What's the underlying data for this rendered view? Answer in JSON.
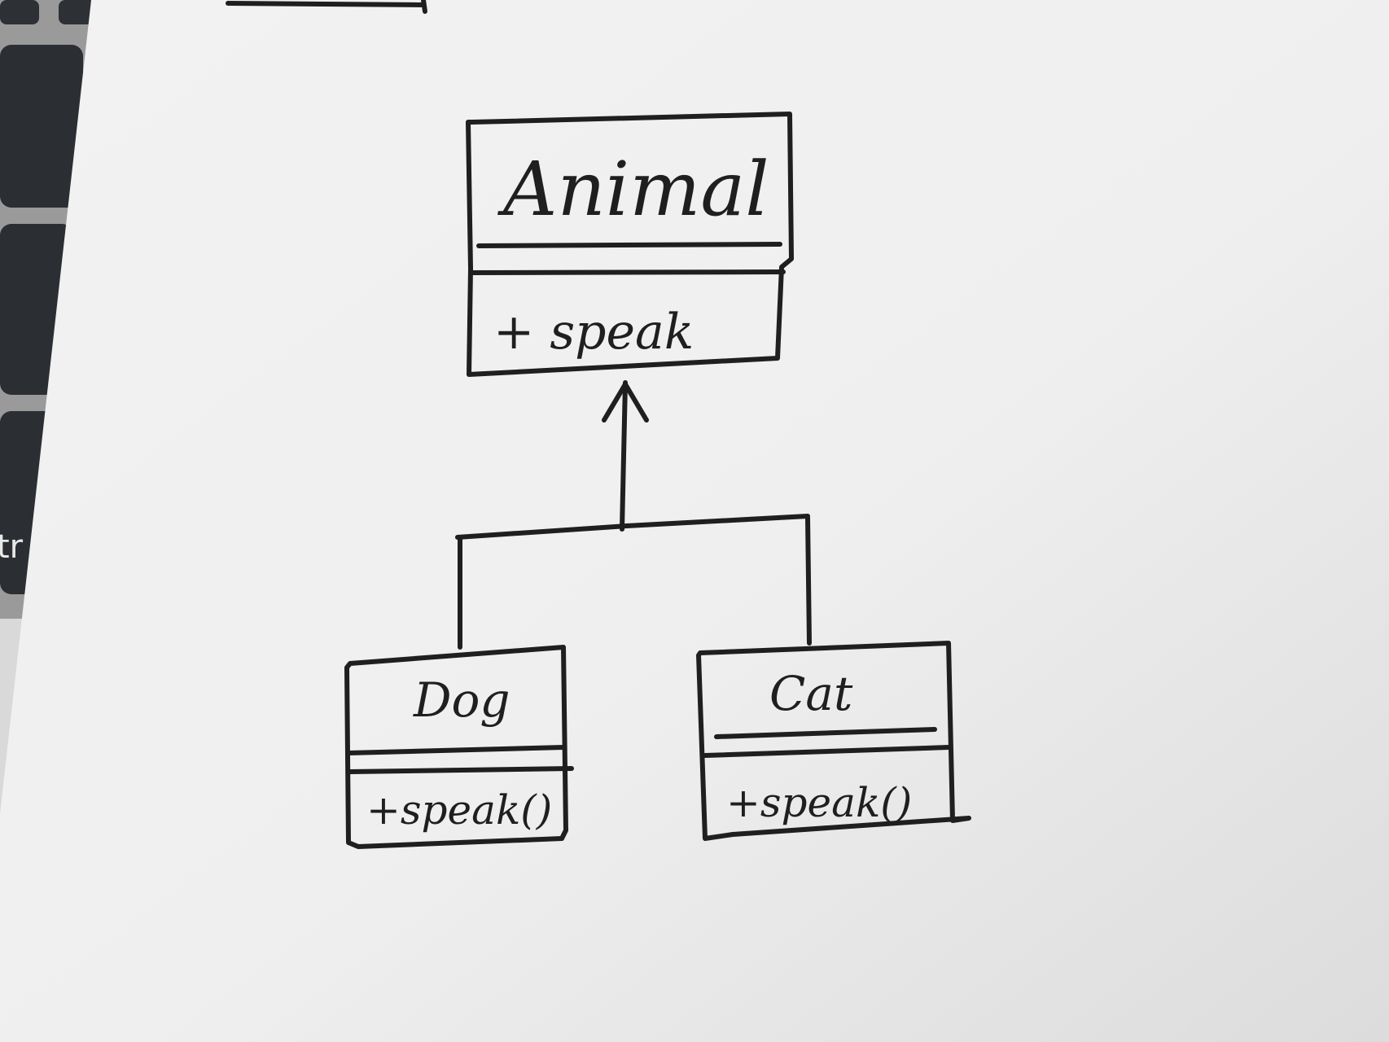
{
  "diagram": {
    "classes": [
      {
        "id": "animal",
        "name": "Animal",
        "operations": [
          "+ speak"
        ]
      },
      {
        "id": "dog",
        "name": "Dog",
        "operations": [
          "+speak()"
        ]
      },
      {
        "id": "cat",
        "name": "Cat",
        "operations": [
          "+speak()"
        ]
      }
    ],
    "relationships": [
      {
        "type": "inheritance",
        "parent": "animal",
        "children": [
          "dog",
          "cat"
        ]
      }
    ]
  },
  "background": {
    "keyboard_partial_key_label": "tr"
  }
}
